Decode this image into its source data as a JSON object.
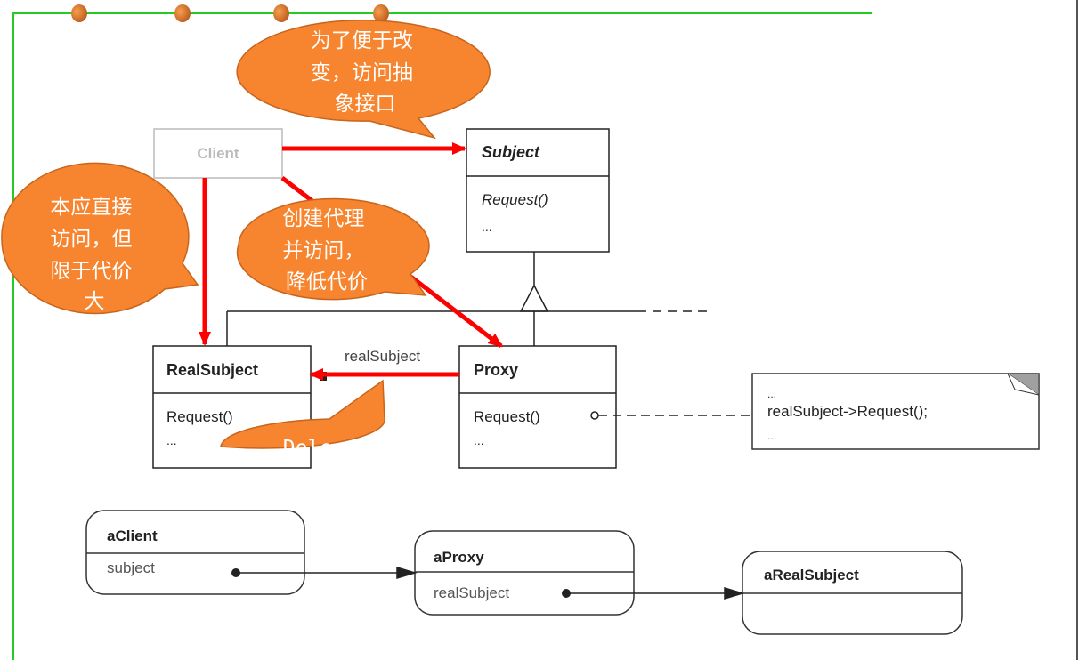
{
  "colors": {
    "frame": "#22cc22",
    "bullet": "#e07a20",
    "bubble_fill": "#f7842e",
    "bubble_stroke": "#c8651d",
    "arrow_red": "#ff0000",
    "line": "#222222",
    "client_gray": "#bbbbbb",
    "note_corner": "#a0a0a0"
  },
  "classes": {
    "client": {
      "name": "Client"
    },
    "subject": {
      "name": "Subject",
      "ops": [
        "Request()",
        "..."
      ]
    },
    "real_subject": {
      "name": "RealSubject",
      "ops": [
        "Request()",
        "..."
      ]
    },
    "proxy": {
      "name": "Proxy",
      "ops": [
        "Request()",
        "..."
      ]
    }
  },
  "association_label": "realSubject",
  "note": {
    "lines": [
      "...",
      "realSubject->Request();",
      "..."
    ]
  },
  "objects": {
    "a_client": {
      "name": "aClient",
      "field": "subject"
    },
    "a_proxy": {
      "name": "aProxy",
      "field": "realSubject"
    },
    "a_real_subject": {
      "name": "aRealSubject"
    }
  },
  "callouts": {
    "abstract_interface": [
      "为了便于改",
      "变，访问抽",
      "象接口"
    ],
    "direct_access": [
      "本应直接",
      "访问，但",
      "限于代价",
      "大"
    ],
    "create_proxy": [
      "创建代理",
      "并访问，",
      "降低代价"
    ],
    "delegation": [
      "Delegation"
    ]
  }
}
